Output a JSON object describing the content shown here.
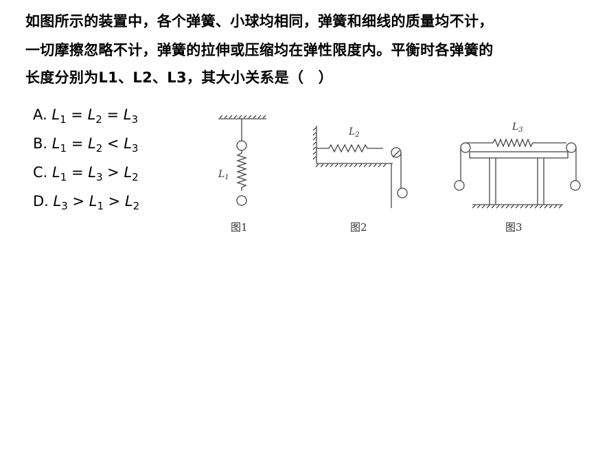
{
  "question": {
    "lines": [
      "如图所示的装置中，各个弹簧、小球均相同，弹簧和细线的质量均不计，",
      "一切摩擦忽略不计，弹簧的拉伸或压缩均在弹性限度内。平衡时各弹簧的",
      "长度分别为L1、L2、L3，其大小关系是（　）"
    ]
  },
  "options": [
    {
      "letter": "A.",
      "expr": [
        "L",
        "1",
        " = ",
        "L",
        "2",
        " = ",
        "L",
        "3"
      ]
    },
    {
      "letter": "B.",
      "expr": [
        "L",
        "1",
        " = ",
        "L",
        "2",
        " < ",
        "L",
        "3"
      ]
    },
    {
      "letter": "C.",
      "expr": [
        "L",
        "1",
        " = ",
        "L",
        "3",
        " > ",
        "L",
        "2"
      ]
    },
    {
      "letter": "D.",
      "expr": [
        "L",
        "3",
        " > ",
        "L",
        "1",
        " > ",
        "L",
        "2"
      ]
    }
  ],
  "figures": [
    {
      "caption": "图1",
      "label": "L",
      "sub": "1"
    },
    {
      "caption": "图2",
      "label": "L",
      "sub": "2"
    },
    {
      "caption": "图3",
      "label": "L",
      "sub": "3"
    }
  ]
}
